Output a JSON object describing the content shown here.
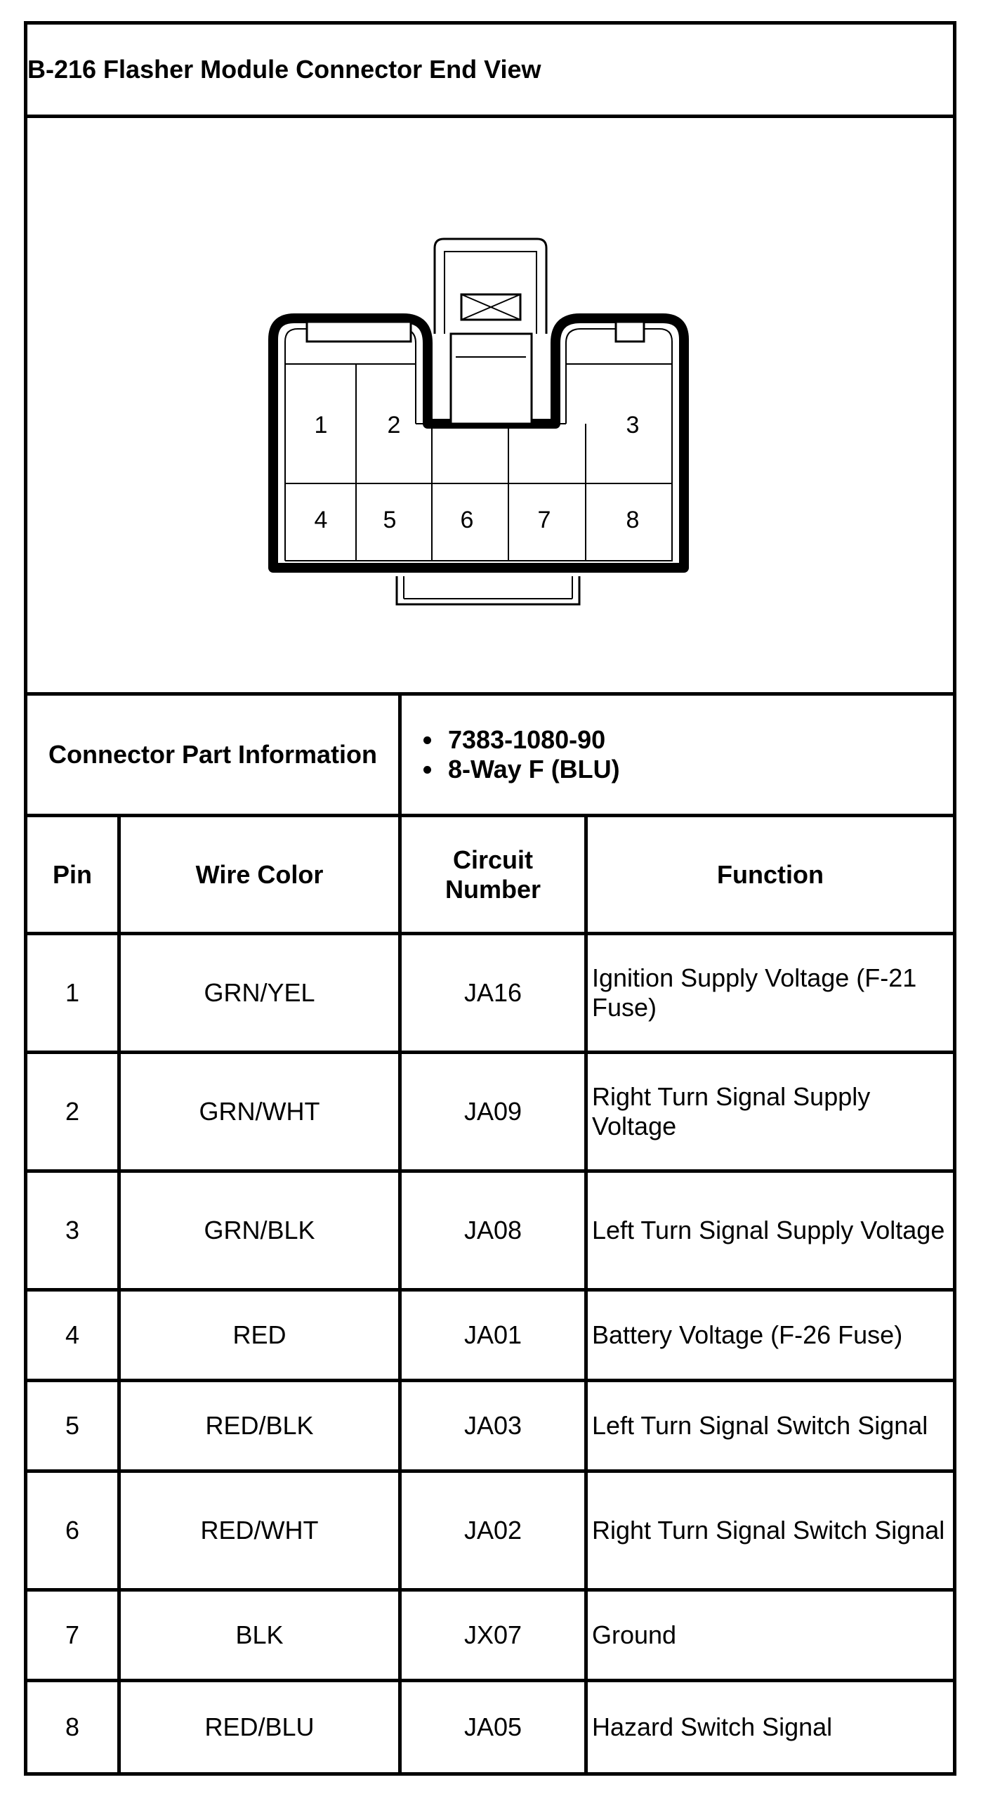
{
  "title": "B-216 Flasher Module Connector End View",
  "connector_pins": [
    "1",
    "2",
    "3",
    "4",
    "5",
    "6",
    "7",
    "8"
  ],
  "part_info": {
    "label": "Connector Part Information",
    "items": [
      "7383-1080-90",
      "8-Way F (BLU)"
    ]
  },
  "table": {
    "headers": {
      "pin": "Pin",
      "wire_color": "Wire Color",
      "circuit_number": "Circuit Number",
      "function": "Function"
    },
    "rows": [
      {
        "pin": "1",
        "wire_color": "GRN/YEL",
        "circuit": "JA16",
        "function": "Ignition Supply Voltage (F-21 Fuse)"
      },
      {
        "pin": "2",
        "wire_color": "GRN/WHT",
        "circuit": "JA09",
        "function": "Right Turn Signal Supply Voltage"
      },
      {
        "pin": "3",
        "wire_color": "GRN/BLK",
        "circuit": "JA08",
        "function": "Left Turn Signal Supply Voltage"
      },
      {
        "pin": "4",
        "wire_color": "RED",
        "circuit": "JA01",
        "function": "Battery Voltage (F-26 Fuse)"
      },
      {
        "pin": "5",
        "wire_color": "RED/BLK",
        "circuit": "JA03",
        "function": "Left Turn Signal Switch Signal"
      },
      {
        "pin": "6",
        "wire_color": "RED/WHT",
        "circuit": "JA02",
        "function": "Right Turn Signal Switch Signal"
      },
      {
        "pin": "7",
        "wire_color": "BLK",
        "circuit": "JX07",
        "function": "Ground"
      },
      {
        "pin": "8",
        "wire_color": "RED/BLU",
        "circuit": "JA05",
        "function": "Hazard Switch Signal"
      }
    ]
  }
}
